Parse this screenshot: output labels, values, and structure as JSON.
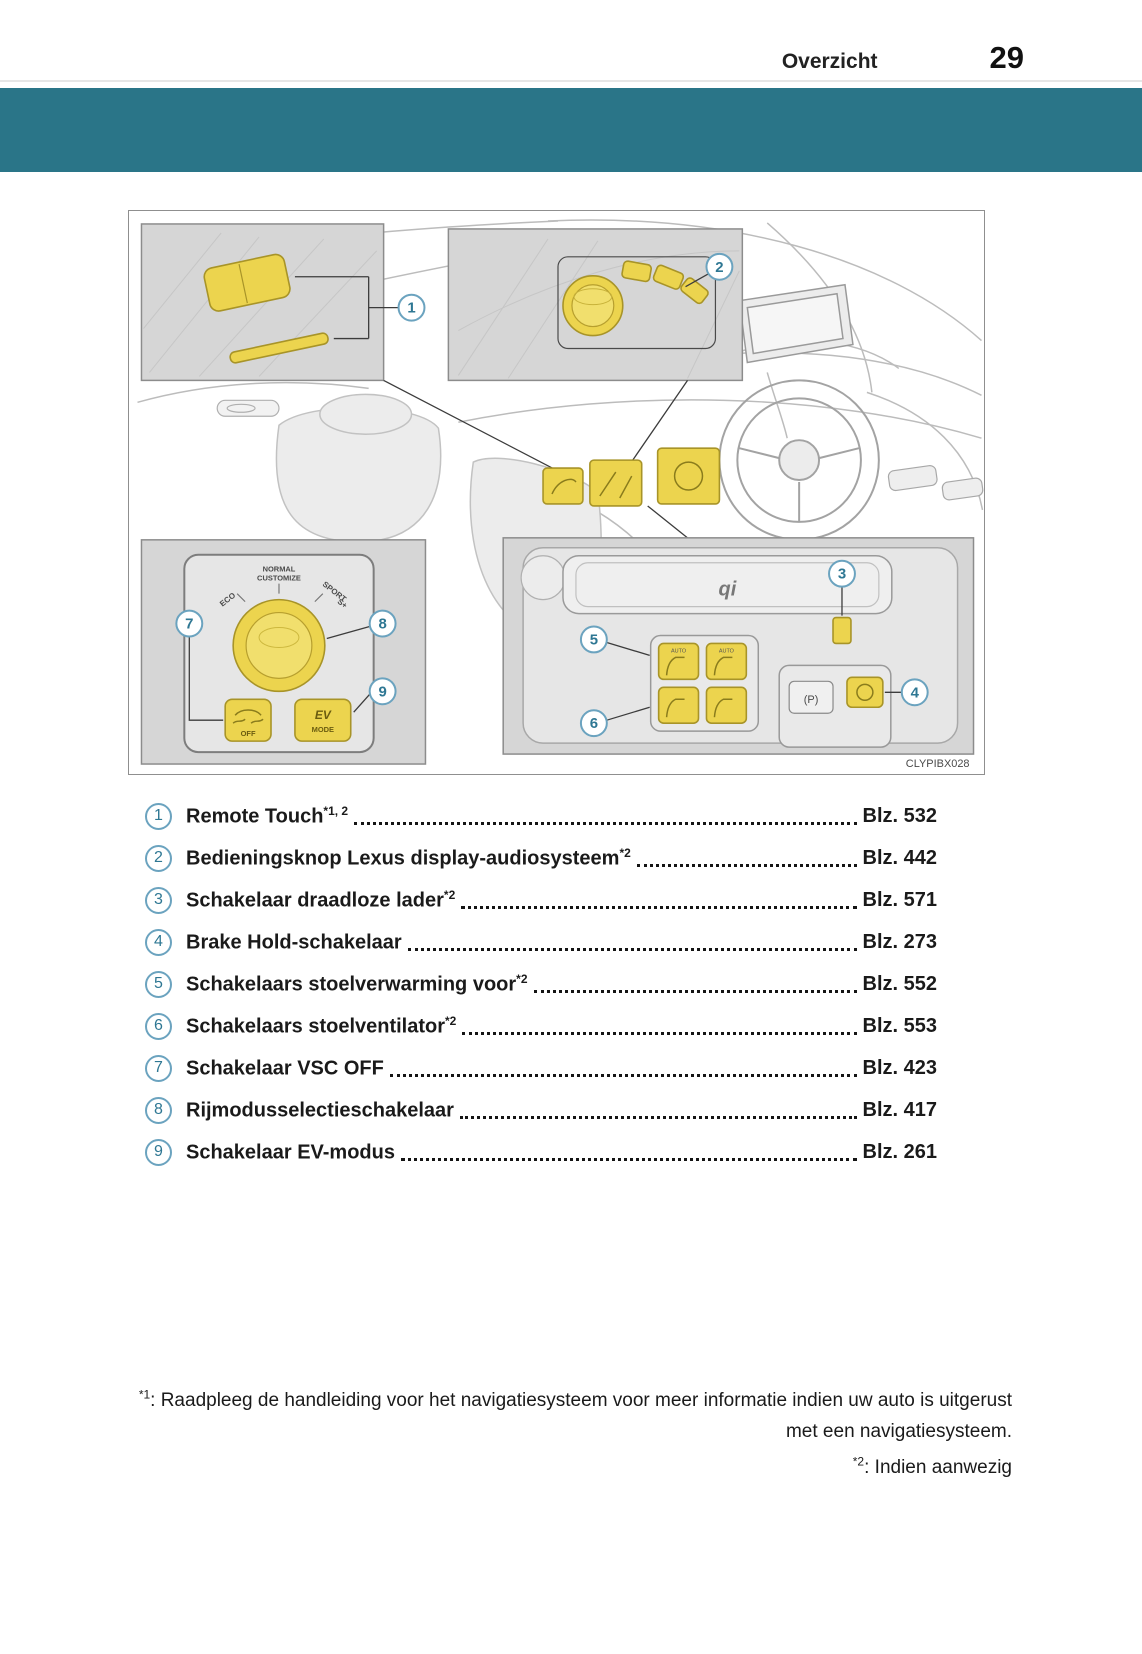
{
  "header": {
    "section": "Overzicht",
    "page_number": "29"
  },
  "figure": {
    "code": "CLYPIBX028",
    "callouts": {
      "c1": "1",
      "c2": "2",
      "c3": "3",
      "c4": "4",
      "c5": "5",
      "c6": "6",
      "c7": "7",
      "c8": "8",
      "c9": "9"
    },
    "labels": {
      "eco": "ECO",
      "normal": "NORMAL",
      "customize": "CUSTOMIZE",
      "sport": "SPORT",
      "splus": "S+",
      "vsc_off": "OFF",
      "ev": "EV",
      "ev_mode": "MODE",
      "qi": "qi",
      "park": "(P)",
      "auto": "AUTO"
    }
  },
  "legend": {
    "items": [
      {
        "num": "1",
        "label": "Remote Touch",
        "sup": "*1, 2",
        "page": "Blz. 532"
      },
      {
        "num": "2",
        "label": "Bedieningsknop Lexus display-audiosysteem",
        "sup": "*2",
        "page": "Blz. 442"
      },
      {
        "num": "3",
        "label": "Schakelaar draadloze lader",
        "sup": "*2",
        "page": "Blz. 571"
      },
      {
        "num": "4",
        "label": "Brake Hold-schakelaar",
        "sup": "",
        "page": "Blz. 273"
      },
      {
        "num": "5",
        "label": "Schakelaars stoelverwarming voor",
        "sup": "*2",
        "page": "Blz. 552"
      },
      {
        "num": "6",
        "label": "Schakelaars stoelventilator",
        "sup": "*2",
        "page": "Blz. 553"
      },
      {
        "num": "7",
        "label": "Schakelaar VSC OFF",
        "sup": "",
        "page": "Blz. 423"
      },
      {
        "num": "8",
        "label": "Rijmodusselectieschakelaar",
        "sup": "",
        "page": "Blz. 417"
      },
      {
        "num": "9",
        "label": "Schakelaar EV-modus",
        "sup": "",
        "page": "Blz. 261"
      }
    ]
  },
  "footnotes": {
    "f1_marker": "*1",
    "f1_text": ": Raadpleeg de handleiding voor het navigatiesysteem voor meer informatie indien uw auto is uitgerust met een navigatiesysteem.",
    "f2_marker": "*2",
    "f2_text": ": Indien aanwezig"
  }
}
